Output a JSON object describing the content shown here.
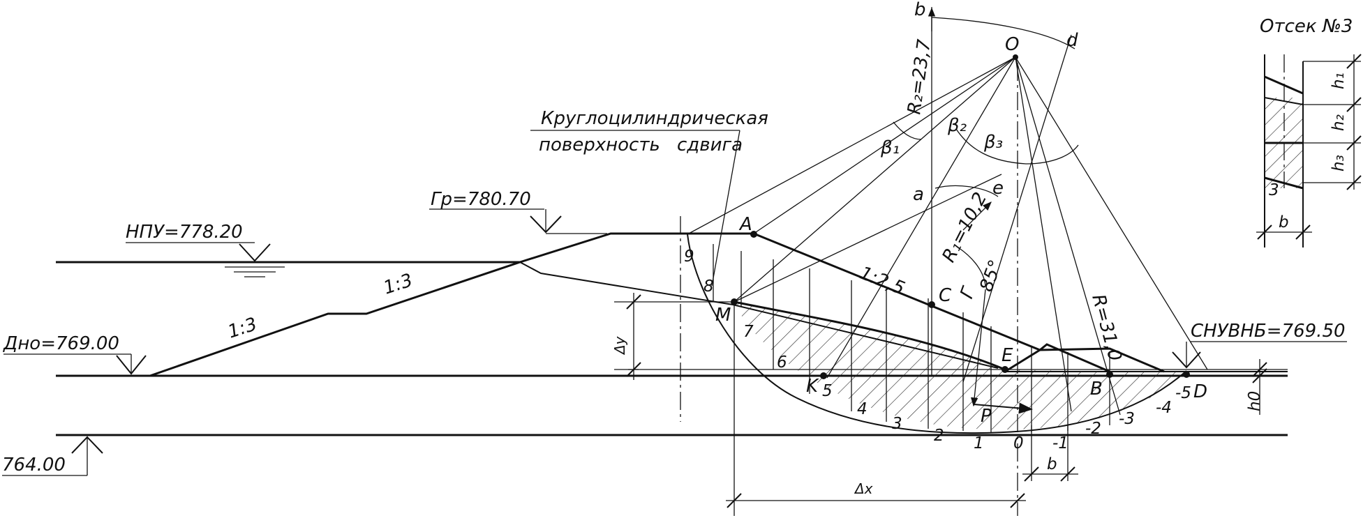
{
  "title_note": {
    "line1": "Круглоцилиндрическая",
    "line2_a": "поверхность",
    "line2_b": "сдвига"
  },
  "levels": {
    "npu": "НПУ=778.20",
    "crest": "Гр=780.70",
    "bottom": "Дно=769.00",
    "tailwater": "СНУВНБ=769.50",
    "base": "764.00"
  },
  "slopes": {
    "upper_slope": "1:3",
    "lower_slope": "1:3",
    "downstream": "1:2,5"
  },
  "radii": {
    "r_main": "R=31,0",
    "r1": "R₁=10,2",
    "r2": "R₂=23,7"
  },
  "angles": {
    "b1": "β₁",
    "b2": "β₂",
    "b3": "β₃",
    "a85": "85°"
  },
  "points": {
    "O": "O",
    "A": "A",
    "M": "M",
    "C": "C",
    "E": "E",
    "B": "B",
    "K": "K",
    "D": "D",
    "P": "P",
    "a": "a",
    "b": "b",
    "d": "d",
    "e": "e",
    "G": "Г"
  },
  "slice_numbers": [
    "9",
    "8",
    "7",
    "6",
    "5",
    "4",
    "3",
    "2",
    "1",
    "0",
    "-1",
    "-2",
    "-3",
    "-4",
    "-5"
  ],
  "dims": {
    "dx": "Δx",
    "dy": "Δy",
    "b": "b",
    "h0": "h0"
  },
  "inset": {
    "title": "Отсек №3",
    "h1": "h₁",
    "h2": "h₂",
    "h3": "h₃",
    "b": "b",
    "num": "3"
  }
}
